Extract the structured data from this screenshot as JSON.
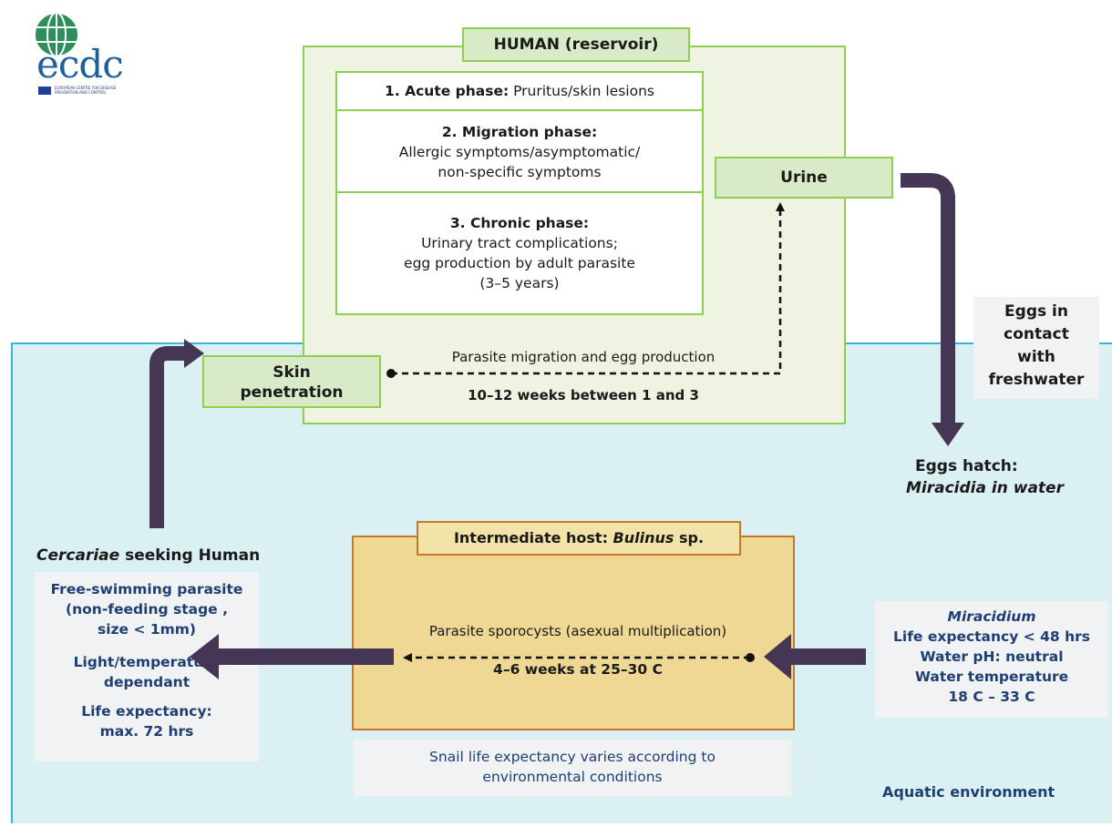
{
  "logo": {
    "text": "ecdc",
    "tagline": "EUROPEAN CENTRE FOR DISEASE PREVENTION AND CONTROL"
  },
  "human": {
    "title": "HUMAN (reservoir)",
    "phase1_title": "1. Acute phase:",
    "phase1_text": " Pruritus/skin lesions",
    "phase2_title": "2. Migration phase:",
    "phase2_line1": "Allergic symptoms/asymptomatic/",
    "phase2_line2": "non-specific symptoms",
    "phase3_title": "3. Chronic phase:",
    "phase3_line1": "Urinary tract complications;",
    "phase3_line2": "egg production by adult parasite",
    "phase3_line3": "(3–5 years)",
    "urine": "Urine",
    "skin_line1": "Skin",
    "skin_line2": "penetration",
    "migration_label": "Parasite migration and egg production",
    "migration_weeks": "10–12  weeks between 1 and 3"
  },
  "eggs_contact": {
    "line1": "Eggs in",
    "line2": "contact",
    "line3": "with",
    "line4": "freshwater"
  },
  "eggs_hatch": {
    "line1": "Eggs hatch:",
    "line2": "Miracidia in water"
  },
  "cercariae": {
    "heading_italic": "Cercariae",
    "heading_rest": " seeking Human",
    "line1": "Free-swimming parasite",
    "line2": "(non-feeding stage ,",
    "line3": "size < 1mm)",
    "line4": "Light/temperature",
    "line5": "dependant",
    "line6": "Life expectancy:",
    "line7": "max. 72 hrs"
  },
  "host": {
    "title_pre": "Intermediate host: ",
    "title_italic": "Bulinus",
    "title_post": " sp.",
    "sporocysts": "Parasite sporocysts (asexual multiplication)",
    "weeks": "4–6 weeks at 25–30  C"
  },
  "miracidium": {
    "title": "Miracidium",
    "line1": "Life expectancy < 48 hrs",
    "line2": "Water pH: neutral",
    "line3": "Water temperature",
    "line4": "18  C – 33  C"
  },
  "snail_note": {
    "line1": "Snail life expectancy varies according to",
    "line2": "environmental conditions"
  },
  "aquatic_label": "Aquatic environment",
  "colors": {
    "water": "#daf0f3",
    "water_border": "#3bb4dc",
    "green_border": "#8fcf4f",
    "arrow": "#463656",
    "navy_text": "#1f3f72",
    "snail_fill": "#efd894",
    "snail_border": "#c8782e"
  }
}
